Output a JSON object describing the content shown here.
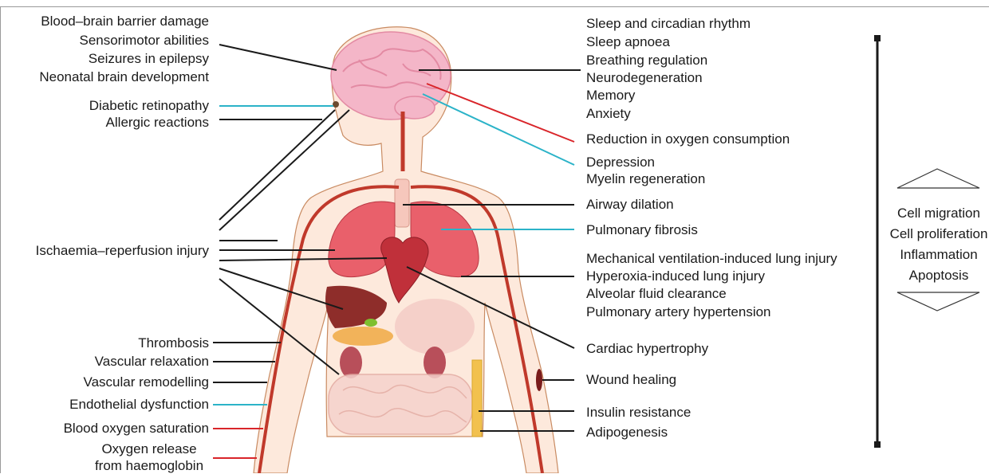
{
  "left_labels": {
    "blood_brain_barrier": "Blood–brain barrier damage",
    "sensorimotor": "Sensorimotor abilities",
    "seizures": "Seizures in epilepsy",
    "neonatal": "Neonatal brain development",
    "diabetic_retinopathy": "Diabetic retinopathy",
    "allergic": "Allergic reactions",
    "ischaemia": "Ischaemia–reperfusion injury",
    "thrombosis": "Thrombosis",
    "vascular_relaxation": "Vascular relaxation",
    "vascular_remodelling": "Vascular remodelling",
    "endothelial": "Endothelial dysfunction",
    "blood_oxygen": "Blood oxygen saturation",
    "oxygen_release_1": "Oxygen release",
    "oxygen_release_2": "from haemoglobin"
  },
  "right_labels": {
    "sleep_circadian": "Sleep and circadian rhythm",
    "sleep_apnoea": "Sleep apnoea",
    "breathing": "Breathing regulation",
    "neurodegeneration": "Neurodegeneration",
    "memory": "Memory",
    "anxiety": "Anxiety",
    "oxygen_consumption": "Reduction in oxygen consumption",
    "depression": "Depression",
    "myelin": "Myelin regeneration",
    "airway": "Airway dilation",
    "pulmonary_fibrosis": "Pulmonary fibrosis",
    "mechanical_ventilation": "Mechanical ventilation-induced lung injury",
    "hyperoxia": "Hyperoxia-induced lung injury",
    "alveolar": "Alveolar fluid clearance",
    "pulmonary_hypertension": "Pulmonary artery hypertension",
    "cardiac": "Cardiac hypertrophy",
    "wound": "Wound healing",
    "insulin": "Insulin resistance",
    "adipogenesis": "Adipogenesis"
  },
  "cellular_processes": [
    "Cell migration",
    "Cell proliferation",
    "Inflammation",
    "Apoptosis"
  ],
  "colors": {
    "black_line": "#1a1a1a",
    "cyan_line": "#2bb3c8",
    "red_line": "#d9252a",
    "skin": "#fde9dc",
    "brain": "#f4b6c8",
    "organ_red": "#d8454e"
  }
}
